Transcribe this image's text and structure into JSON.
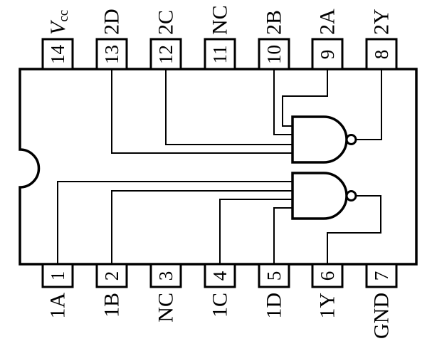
{
  "figure": {
    "kind": "ic-pinout-diagram",
    "package": "14-pin DIP",
    "colors": {
      "ink": "#000000",
      "paper": "#ffffff"
    }
  },
  "pins": {
    "top": [
      {
        "number": "14",
        "label": "Vcc",
        "label_main": "V",
        "label_sub": "cc"
      },
      {
        "number": "13",
        "label": "2D"
      },
      {
        "number": "12",
        "label": "2C"
      },
      {
        "number": "11",
        "label": "NC"
      },
      {
        "number": "10",
        "label": "2B"
      },
      {
        "number": "9",
        "label": "2A"
      },
      {
        "number": "8",
        "label": "2Y"
      }
    ],
    "bottom": [
      {
        "number": "1",
        "label": "1A"
      },
      {
        "number": "2",
        "label": "1B"
      },
      {
        "number": "3",
        "label": "NC"
      },
      {
        "number": "4",
        "label": "1C"
      },
      {
        "number": "5",
        "label": "1D"
      },
      {
        "number": "6",
        "label": "1Y"
      },
      {
        "number": "7",
        "label": "GND"
      }
    ]
  },
  "gates": [
    {
      "type": "NAND-4",
      "inputs": [
        "1A",
        "1B",
        "1C",
        "1D"
      ],
      "output": "1Y"
    },
    {
      "type": "NAND-4",
      "inputs": [
        "2A",
        "2B",
        "2C",
        "2D"
      ],
      "output": "2Y"
    }
  ]
}
